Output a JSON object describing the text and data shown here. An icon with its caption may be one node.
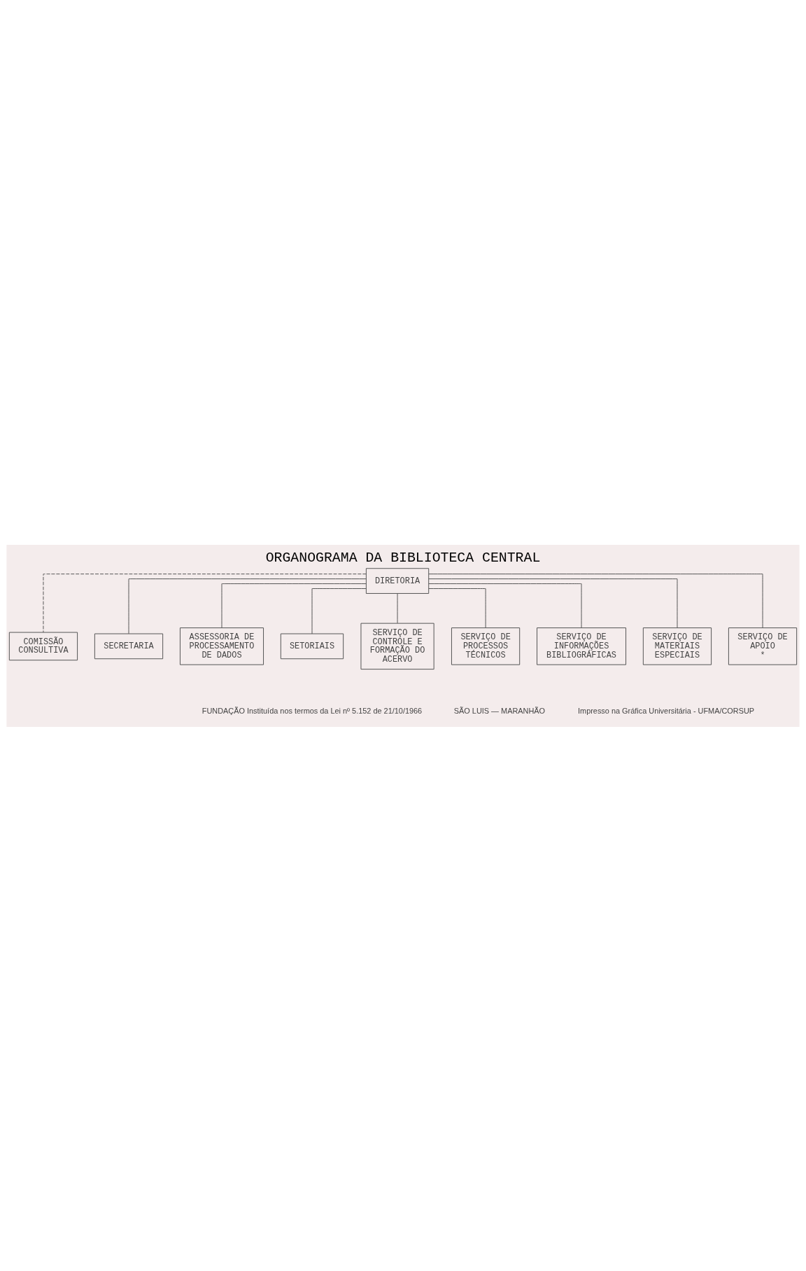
{
  "diagram": {
    "title": "ORGANOGRAMA DA BIBLIOTECA CENTRAL",
    "nodes": [
      {
        "text": [
          "DIRETORIA"
        ]
      },
      {
        "text": [
          "COMISSÃO CONSULTIVA"
        ]
      },
      {
        "text": [
          "SECRETARIA"
        ]
      },
      {
        "text": [
          "ASSESSORIA DE PROCESSAMENTO DE DADOS"
        ]
      },
      {
        "text": [
          "SETORIAIS"
        ]
      },
      {
        "text": [
          "SERVIÇO DE CONTROLE E FORMAÇÃO DO ACERVO"
        ]
      },
      {
        "text": [
          "SERVIÇO DE PROCESSOS TÉCNICOS"
        ]
      },
      {
        "text": [
          "SERVIÇO DE INFORMAÇÕES BIBLIOGRÁFICAS"
        ]
      },
      {
        "text": [
          "SERVIÇO DE MATERIAIS ESPECIAIS"
        ]
      },
      {
        "text": [
          "SERVIÇO DE APOIO",
          "*"
        ]
      }
    ],
    "edges": [
      {
        "from": 0,
        "to": 1,
        "arrow": "none",
        "style": "dashed"
      },
      {
        "from": 0,
        "to": 2,
        "arrow": "none"
      },
      {
        "from": 0,
        "to": 3,
        "arrow": "none"
      },
      {
        "from": 0,
        "to": 4,
        "arrow": "none"
      },
      {
        "from": 0,
        "to": 5,
        "arrow": "none"
      },
      {
        "from": 0,
        "to": 6,
        "arrow": "none"
      },
      {
        "from": 0,
        "to": 7,
        "arrow": "none"
      },
      {
        "from": 0,
        "to": 8,
        "arrow": "none"
      },
      {
        "from": 0,
        "to": 9,
        "arrow": "none"
      }
    ],
    "labels": [
      "FUNDAÇÃO Instituída nos termos da Lei nº 5.152 de 21/10/1966",
      "SÃO LUIS — MARANHÃO",
      "Impresso na Gráfica Universitária - UFMA/CORSUP"
    ]
  }
}
